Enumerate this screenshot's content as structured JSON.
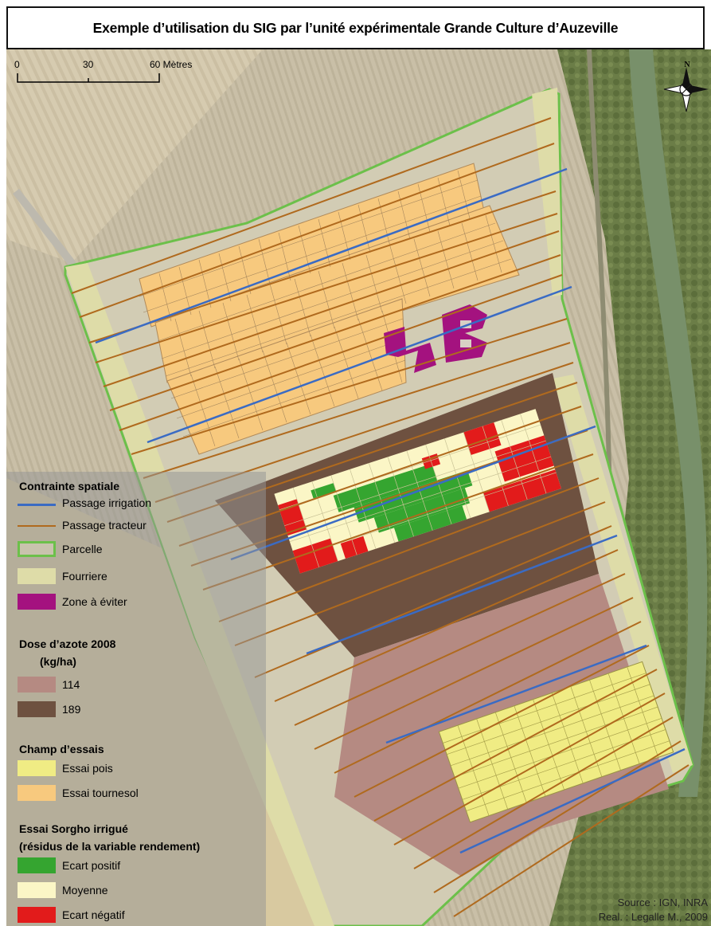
{
  "title": "Exemple d’utilisation du SIG par l’unité expérimentale Grande Culture d’Auzeville",
  "scale_bar": {
    "labels": [
      "0",
      "30",
      "60 Mètres"
    ]
  },
  "north_arrow": {
    "label": "N",
    "icon": "compass-rose-icon"
  },
  "legend": {
    "section1": {
      "title": "Contrainte spatiale",
      "items": [
        {
          "label": "Passage irrigation",
          "color": "#3a6bc4",
          "kind": "line"
        },
        {
          "label": "Passage tracteur",
          "color": "#b06a1e",
          "kind": "line"
        },
        {
          "label": "Parcelle",
          "color": "#6cc04a",
          "kind": "outline"
        },
        {
          "label": "Fourriere",
          "color": "#dedca8",
          "kind": "fill"
        },
        {
          "label": "Zone à éviter",
          "color": "#a4127f",
          "kind": "fill"
        }
      ]
    },
    "section2": {
      "title": "Dose d’azote 2008",
      "unit": "(kg/ha)",
      "items": [
        {
          "label": "114",
          "color": "#b58a82"
        },
        {
          "label": "189",
          "color": "#6e5140"
        }
      ]
    },
    "section3": {
      "title": "Champ d’essais",
      "items": [
        {
          "label": "Essai pois",
          "color": "#f0ec84"
        },
        {
          "label": "Essai tournesol",
          "color": "#f7c97e"
        }
      ]
    },
    "section4": {
      "title": "Essai Sorgho irrigué",
      "subtitle": "(résidus de la variable rendement)",
      "items": [
        {
          "label": "Ecart positif",
          "color": "#35a530"
        },
        {
          "label": "Moyenne",
          "color": "#fbf6c6"
        },
        {
          "label": "Ecart négatif",
          "color": "#e21b1b"
        }
      ]
    }
  },
  "credits": {
    "source": "Source : IGN, INRA",
    "author": "Real. : Legalle M., 2009"
  },
  "colors": {
    "field_background": "#c8c2a8",
    "river": "#6e8a5e",
    "vegetation": "#6a7e46"
  }
}
